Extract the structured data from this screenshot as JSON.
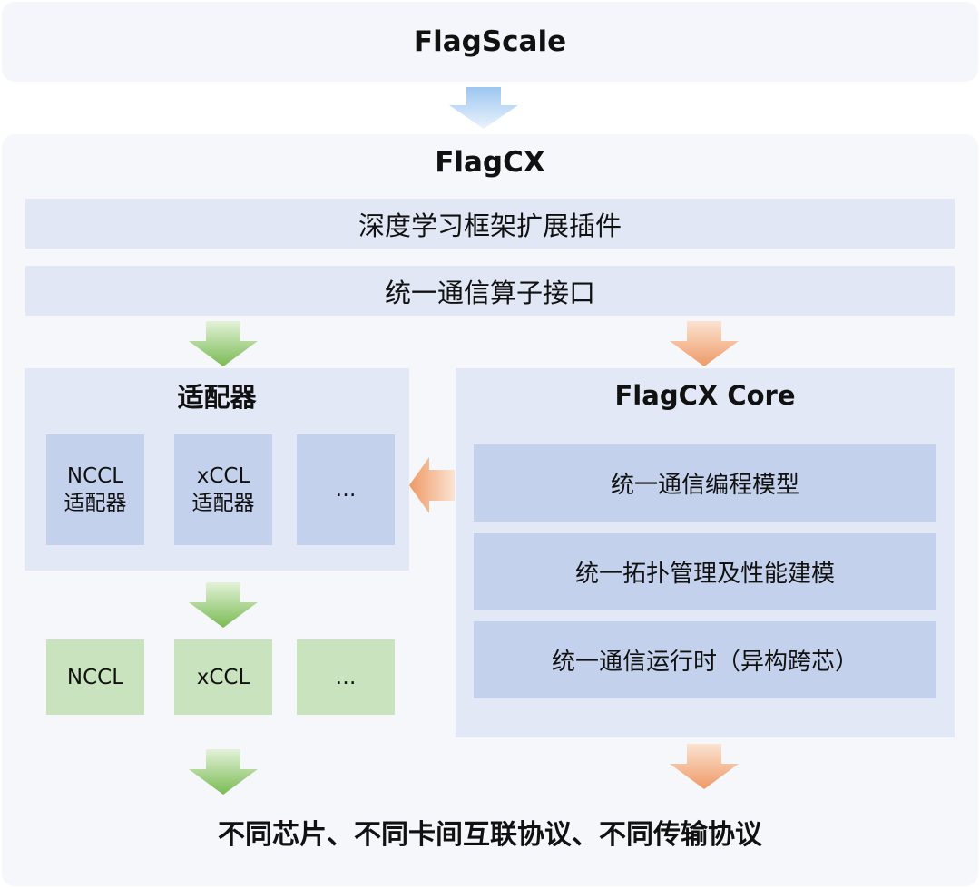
{
  "top": {
    "title": "FlagScale"
  },
  "main": {
    "title": "FlagCX",
    "bar_plugins": "深度学习框架扩展插件",
    "bar_interface": "统一通信算子接口"
  },
  "adapter": {
    "title": "适配器",
    "boxes": [
      {
        "line1": "NCCL",
        "line2": "适配器"
      },
      {
        "line1": "xCCL",
        "line2": "适配器"
      },
      {
        "line1": "…",
        "line2": ""
      }
    ]
  },
  "libraries": [
    "NCCL",
    "xCCL",
    "…"
  ],
  "core": {
    "title": "FlagCX Core",
    "items": [
      "统一通信编程模型",
      "统一拓扑管理及性能建模",
      "统一通信运行时（异构跨芯）"
    ]
  },
  "bottom": {
    "text": "不同芯片、不同卡间互联协议、不同传输协议"
  },
  "colors": {
    "blue_arrow": "#a9cdf2",
    "green_arrow": "#8cc665",
    "orange_arrow": "#f0a878",
    "panel_bg": "#f6f7fb",
    "section_bg": "#e2e8f5",
    "box_blue": "#c3d1ec",
    "box_green": "#c8e3bd"
  }
}
